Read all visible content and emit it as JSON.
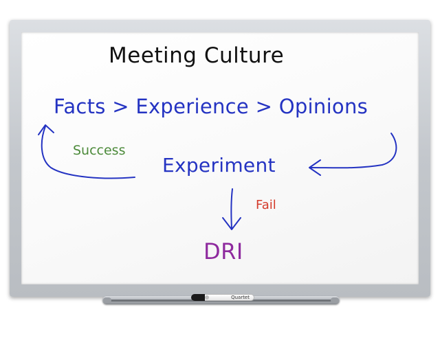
{
  "board": {
    "title": "Meeting Culture",
    "principle": "Facts > Experience > Opinions",
    "experiment": "Experiment",
    "success_label": "Success",
    "fail_label": "Fail",
    "dri": "DRI"
  },
  "tray": {
    "marker_brand": "Quartet"
  },
  "colors": {
    "title_ink": "#111111",
    "blue_ink": "#2433c2",
    "green_ink": "#4c8a3a",
    "red_ink": "#d43a2a",
    "purple_ink": "#8e2a9e"
  },
  "icons": {
    "left_loop": "curved-arrow-up-icon",
    "right_loop": "curved-arrow-left-icon",
    "down": "arrow-down-icon"
  }
}
